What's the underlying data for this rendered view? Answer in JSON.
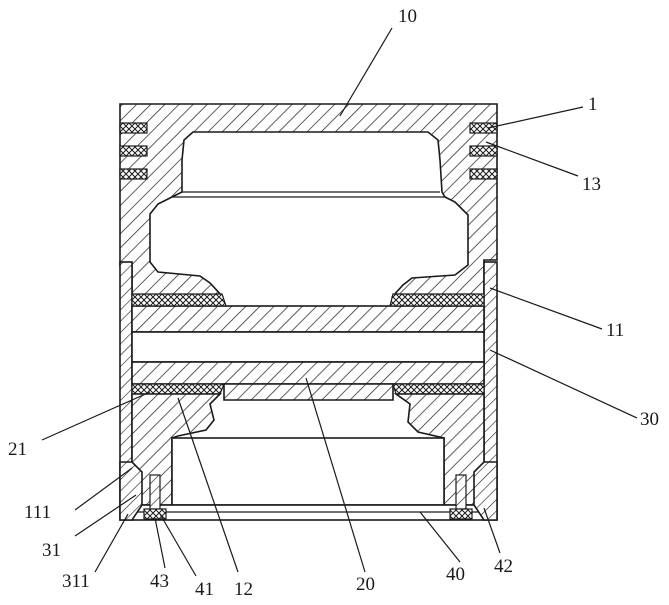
{
  "labels": {
    "l10": "10",
    "l1": "1",
    "l13": "13",
    "l11": "11",
    "l30": "30",
    "l21": "21",
    "l111": "111",
    "l31": "31",
    "l311": "311",
    "l43": "43",
    "l41": "41",
    "l12": "12",
    "l20": "20",
    "l40": "40",
    "l42": "42"
  }
}
